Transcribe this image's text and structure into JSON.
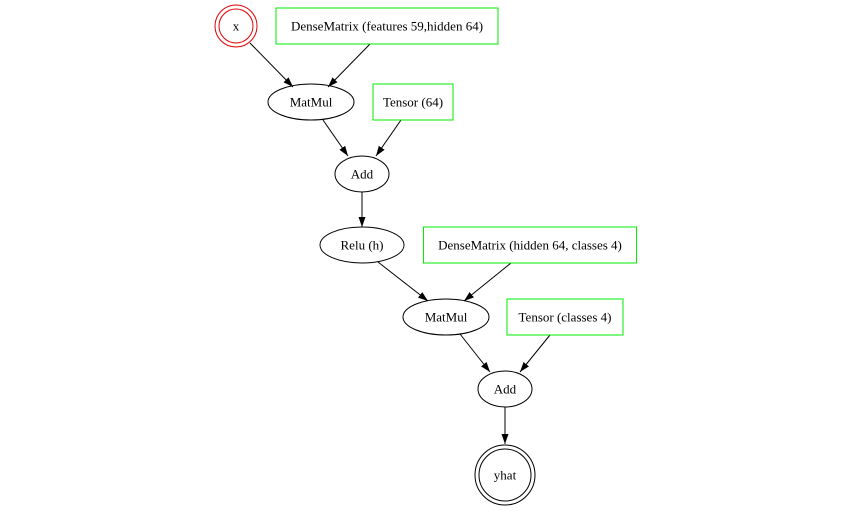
{
  "graph": {
    "nodes": [
      {
        "id": "x",
        "label": "x",
        "shape": "doublecircle",
        "color": "#dd0000"
      },
      {
        "id": "w1",
        "label": "DenseMatrix (features 59,hidden 64)",
        "shape": "box",
        "color": "#00ee00"
      },
      {
        "id": "mm1",
        "label": "MatMul",
        "shape": "ellipse",
        "color": "#000000"
      },
      {
        "id": "b1",
        "label": "Tensor (64)",
        "shape": "box",
        "color": "#00ee00"
      },
      {
        "id": "add1",
        "label": "Add",
        "shape": "ellipse",
        "color": "#000000"
      },
      {
        "id": "relu",
        "label": "Relu (h)",
        "shape": "ellipse",
        "color": "#000000"
      },
      {
        "id": "w2",
        "label": "DenseMatrix (hidden 64, classes 4)",
        "shape": "box",
        "color": "#00ee00"
      },
      {
        "id": "mm2",
        "label": "MatMul",
        "shape": "ellipse",
        "color": "#000000"
      },
      {
        "id": "b2",
        "label": "Tensor (classes 4)",
        "shape": "box",
        "color": "#00ee00"
      },
      {
        "id": "add2",
        "label": "Add",
        "shape": "ellipse",
        "color": "#000000"
      },
      {
        "id": "yhat",
        "label": "yhat",
        "shape": "doublecircle",
        "color": "#000000"
      }
    ],
    "edges": [
      {
        "from": "x",
        "to": "mm1"
      },
      {
        "from": "w1",
        "to": "mm1"
      },
      {
        "from": "mm1",
        "to": "add1"
      },
      {
        "from": "b1",
        "to": "add1"
      },
      {
        "from": "add1",
        "to": "relu"
      },
      {
        "from": "relu",
        "to": "mm2"
      },
      {
        "from": "w2",
        "to": "mm2"
      },
      {
        "from": "mm2",
        "to": "add2"
      },
      {
        "from": "b2",
        "to": "add2"
      },
      {
        "from": "add2",
        "to": "yhat"
      }
    ]
  }
}
